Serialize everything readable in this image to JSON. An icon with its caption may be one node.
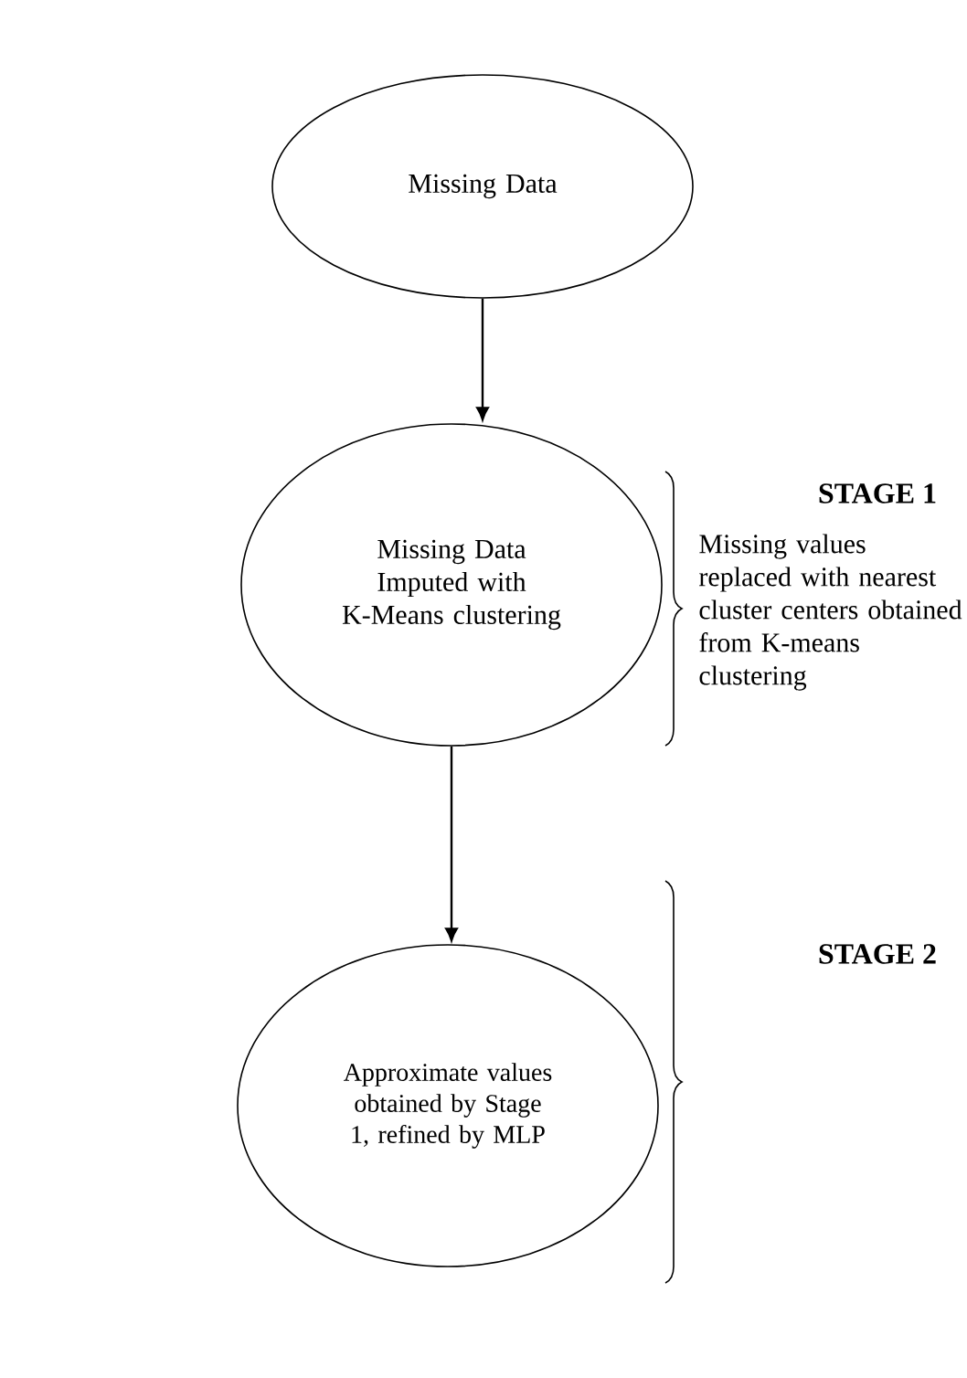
{
  "diagram": {
    "nodes": [
      {
        "text": [
          "Missing Data"
        ]
      },
      {
        "text": [
          "Missing Data Imputed with K-Means clustering"
        ]
      },
      {
        "text": [
          "Approximate values obtained by Stage 1, refined by MLP"
        ]
      }
    ],
    "edges": [
      {
        "from": 0,
        "to": 1,
        "arrow": "to"
      },
      {
        "from": 1,
        "to": 2,
        "arrow": "to"
      }
    ],
    "labels": [
      "STAGE 1",
      "Missing values replaced with nearest cluster centers obtained from K-means clustering",
      "STAGE 2"
    ]
  }
}
